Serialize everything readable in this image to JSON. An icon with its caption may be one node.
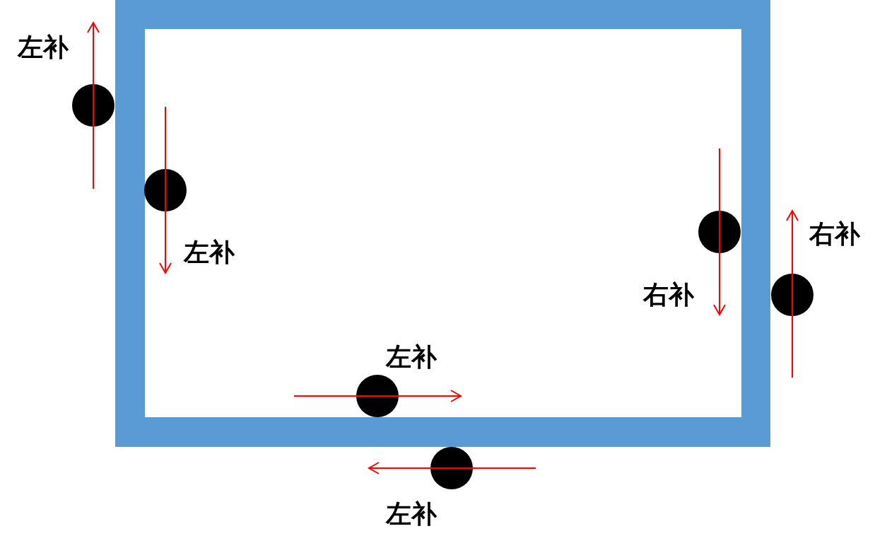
{
  "diagram": {
    "labels": [
      "左补",
      "右补",
      "左补",
      "右补",
      "左补",
      "左补"
    ]
  }
}
